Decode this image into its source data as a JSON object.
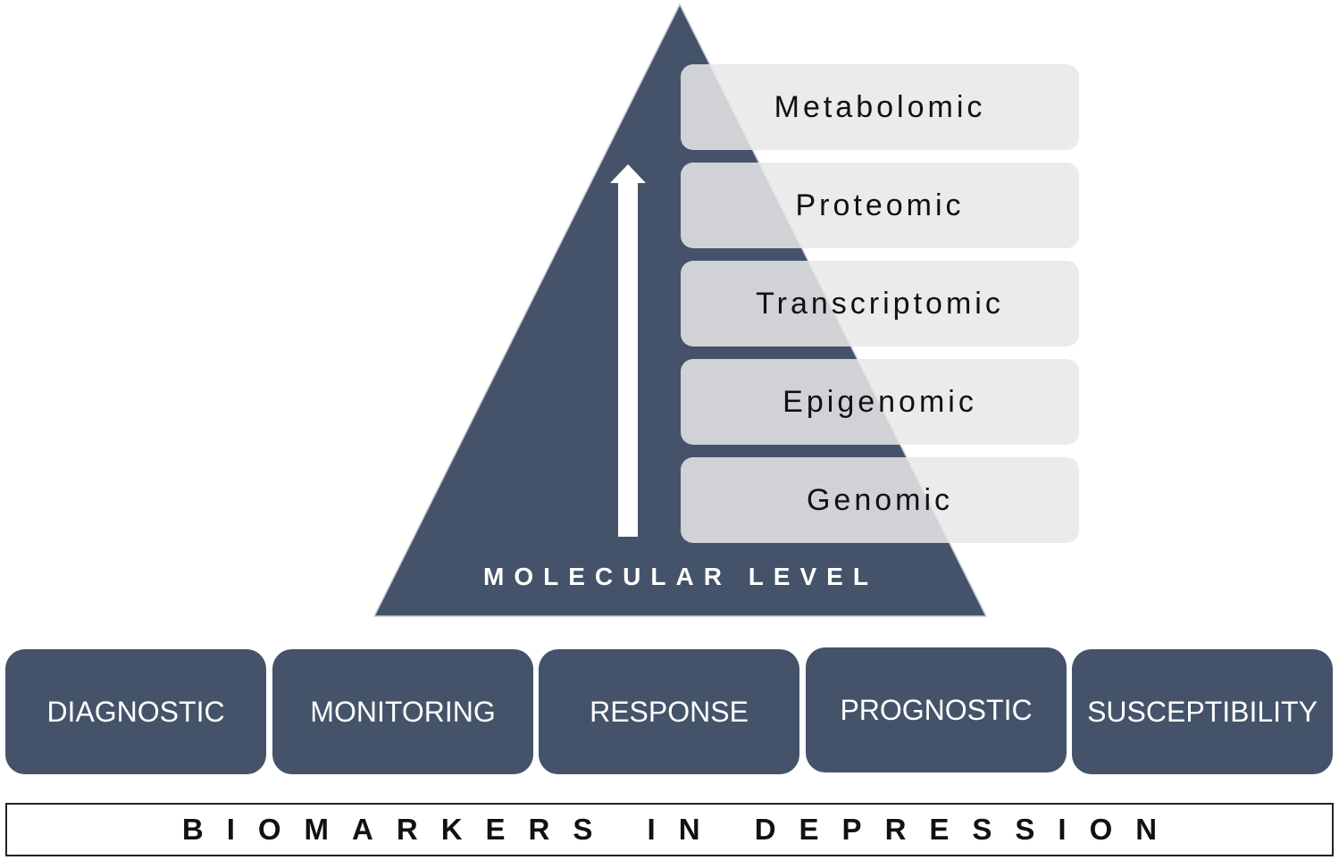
{
  "colors": {
    "pyramid_fill": "#445369",
    "layer_fill": "#e8e8e8",
    "type_box_fill": "#445369",
    "text_dark": "#111111",
    "text_light": "#ffffff"
  },
  "pyramid": {
    "arrow_icon": "up-arrow",
    "level_label": "MOLECULAR LEVEL",
    "layers_top_to_bottom": [
      {
        "label": "Metabolomic"
      },
      {
        "label": "Proteomic"
      },
      {
        "label": "Transcriptomic"
      },
      {
        "label": "Epigenomic"
      },
      {
        "label": "Genomic"
      }
    ]
  },
  "biomarker_types": [
    {
      "label": "DIAGNOSTIC"
    },
    {
      "label": "MONITORING"
    },
    {
      "label": "RESPONSE"
    },
    {
      "label": "PROGNOSTIC"
    },
    {
      "label": "SUSCEPTIBILITY"
    }
  ],
  "title": "BIOMARKERS IN DEPRESSION"
}
